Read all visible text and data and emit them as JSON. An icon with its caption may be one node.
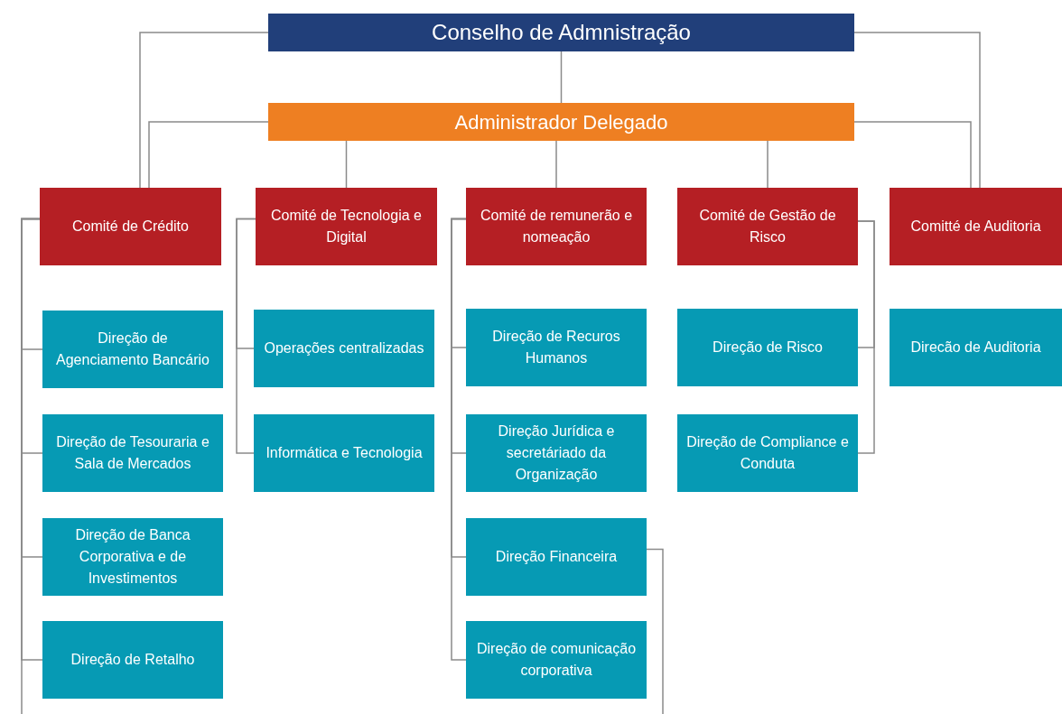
{
  "diagram": {
    "nodes": [
      {
        "text": [
          "Conselho de Admnistração"
        ]
      },
      {
        "text": [
          "Administrador Delegado"
        ]
      },
      {
        "text": [
          "Comité de Crédito"
        ]
      },
      {
        "text": [
          "Comité de Tecnologia e Digital"
        ]
      },
      {
        "text": [
          "Comité de remunerão e nomeação"
        ]
      },
      {
        "text": [
          "Comité de Gestão de Risco"
        ]
      },
      {
        "text": [
          "Comitté de Auditoria"
        ]
      },
      {
        "text": [
          "Direção de Agenciamento Bancário"
        ]
      },
      {
        "text": [
          "Direção de Tesouraria e Sala de Mercados"
        ]
      },
      {
        "text": [
          "Direção de Banca Corporativa e de Investimentos"
        ]
      },
      {
        "text": [
          "Direção de Retalho"
        ]
      },
      {
        "text": [
          "Operações centralizadas"
        ]
      },
      {
        "text": [
          "Informática e Tecnologia"
        ]
      },
      {
        "text": [
          "Direção de Recuros Humanos"
        ]
      },
      {
        "text": [
          "Direção Jurídica e secretáriado da Organização"
        ]
      },
      {
        "text": [
          "Direção Financeira"
        ]
      },
      {
        "text": [
          "Direção de comunicação corporativa"
        ]
      },
      {
        "text": [
          "Direção de Risco"
        ]
      },
      {
        "text": [
          "Direção de Compliance e Conduta"
        ]
      },
      {
        "text": [
          "Direcão de Auditoria"
        ]
      }
    ],
    "edges": [
      {
        "from": 0,
        "to": 2,
        "arrow": "none"
      },
      {
        "from": 0,
        "to": 6,
        "arrow": "none"
      },
      {
        "from": 0,
        "to": 1,
        "arrow": "none"
      },
      {
        "from": 1,
        "to": 2,
        "arrow": "none"
      },
      {
        "from": 1,
        "to": 3,
        "arrow": "none"
      },
      {
        "from": 1,
        "to": 4,
        "arrow": "none"
      },
      {
        "from": 1,
        "to": 5,
        "arrow": "none"
      },
      {
        "from": 1,
        "to": 6,
        "arrow": "none"
      },
      {
        "from": 2,
        "to": 7,
        "arrow": "none"
      },
      {
        "from": 2,
        "to": 8,
        "arrow": "none"
      },
      {
        "from": 2,
        "to": 9,
        "arrow": "none"
      },
      {
        "from": 2,
        "to": 10,
        "arrow": "none"
      },
      {
        "from": 2,
        "to": null,
        "arrow": "none"
      },
      {
        "from": 3,
        "to": 11,
        "arrow": "none"
      },
      {
        "from": 3,
        "to": 12,
        "arrow": "none"
      },
      {
        "from": 4,
        "to": 13,
        "arrow": "none"
      },
      {
        "from": 4,
        "to": 14,
        "arrow": "none"
      },
      {
        "from": 4,
        "to": 15,
        "arrow": "none"
      },
      {
        "from": 4,
        "to": 16,
        "arrow": "none"
      },
      {
        "from": 15,
        "to": null,
        "arrow": "none"
      },
      {
        "from": 5,
        "to": 17,
        "arrow": "none"
      },
      {
        "from": 5,
        "to": 18,
        "arrow": "none"
      }
    ]
  }
}
